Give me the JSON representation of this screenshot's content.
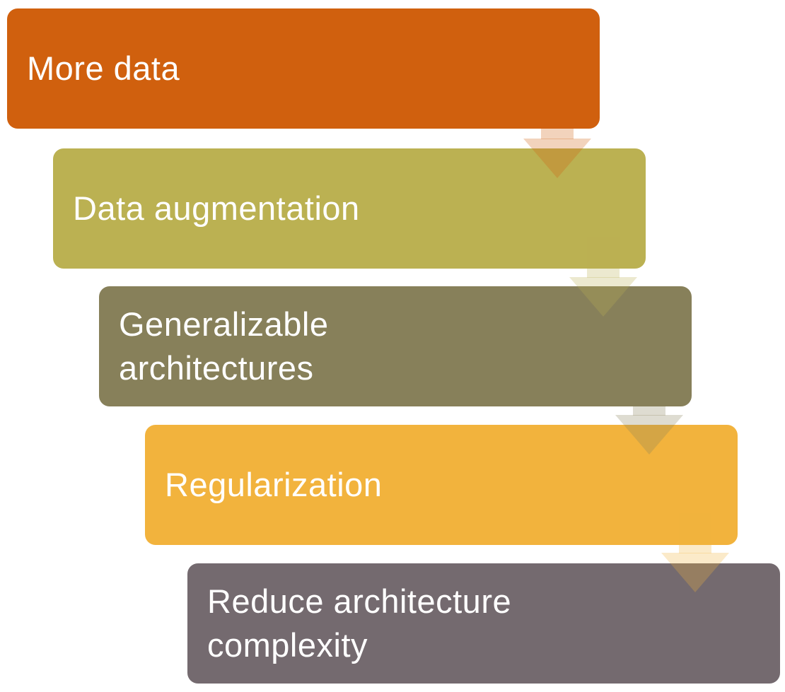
{
  "diagram": {
    "title": "",
    "type": "staggered-process",
    "background_color": "#FFFFFF",
    "text_color": "#FFFFFF",
    "arrow_opacity": 0.28,
    "steps": [
      {
        "label": "More data",
        "color": "#D0600E"
      },
      {
        "label": "Data augmentation",
        "color": "#BBB152"
      },
      {
        "label": "Generalizable architectures",
        "color": "#87805A"
      },
      {
        "label": "Regularization",
        "color": "#F2B33D"
      },
      {
        "label": "Reduce architecture complexity",
        "color": "#746A6F"
      }
    ]
  }
}
